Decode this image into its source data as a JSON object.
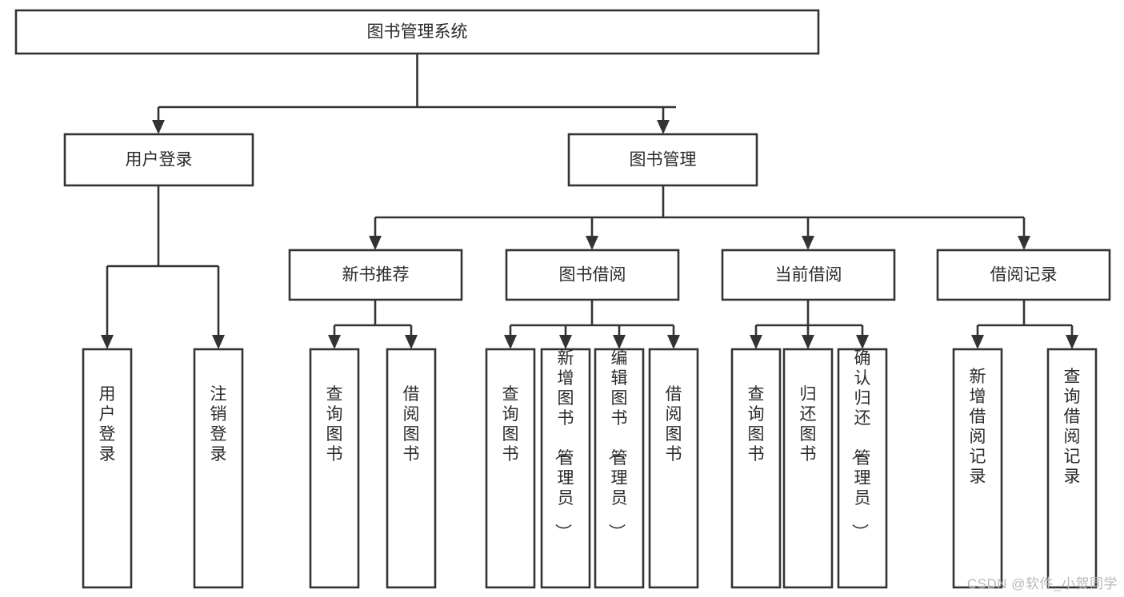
{
  "diagram": {
    "title": "图书管理系统",
    "type": "tree-hierarchy-chart",
    "watermark": "CSDN @软件_小贺同学",
    "colors": {
      "box_stroke": "#333333",
      "box_fill": "#ffffff",
      "text": "#2b2b2b",
      "watermark": "#b9b9b9",
      "background": "#ffffff"
    },
    "levels": {
      "root": {
        "label": "图书管理系统"
      },
      "level2": [
        {
          "label": "用户登录"
        },
        {
          "label": "图书管理"
        }
      ],
      "level3": [
        {
          "label": "新书推荐"
        },
        {
          "label": "图书借阅"
        },
        {
          "label": "当前借阅"
        },
        {
          "label": "借阅记录"
        }
      ],
      "leaves": {
        "user_login": [
          {
            "label": "用户登录"
          },
          {
            "label": "注销登录"
          }
        ],
        "new_book_recommend": [
          {
            "label": "查询图书"
          },
          {
            "label": "借阅图书"
          }
        ],
        "book_borrow": [
          {
            "label": "查询图书"
          },
          {
            "label": "新增图书（管理员）"
          },
          {
            "label": "编辑图书（管理员）"
          },
          {
            "label": "借阅图书"
          }
        ],
        "current_borrow": [
          {
            "label": "查询图书"
          },
          {
            "label": "归还图书"
          },
          {
            "label": "确认归还（管理员）"
          }
        ],
        "borrow_record": [
          {
            "label": "新增借阅记录"
          },
          {
            "label": "查询借阅记录"
          }
        ]
      }
    }
  }
}
